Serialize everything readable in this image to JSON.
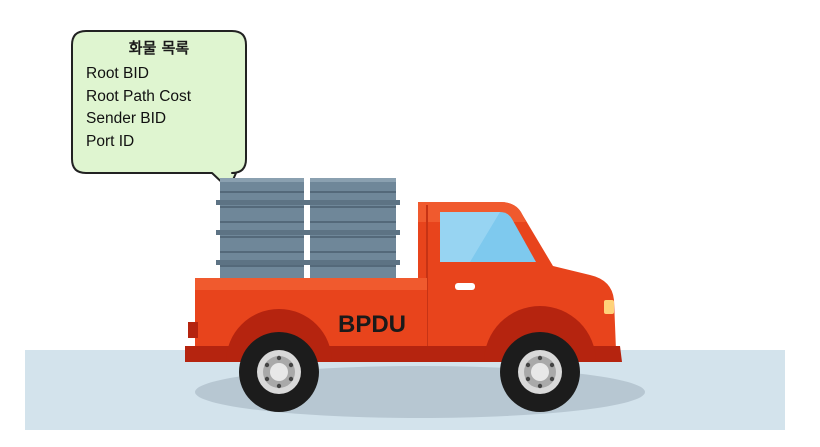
{
  "callout": {
    "title": "화물 목록",
    "items": [
      "Root BID",
      "Root Path Cost",
      "Sender BID",
      "Port ID"
    ]
  },
  "truck": {
    "label": "BPDU"
  },
  "colors": {
    "callout_fill": "#dff5d0",
    "callout_border": "#222222",
    "truck_body": "#e8441c",
    "truck_body_dark": "#b5240f",
    "cargo": "#6f8799",
    "ground": "#d3e3ec",
    "window": "#7ec9ee"
  }
}
